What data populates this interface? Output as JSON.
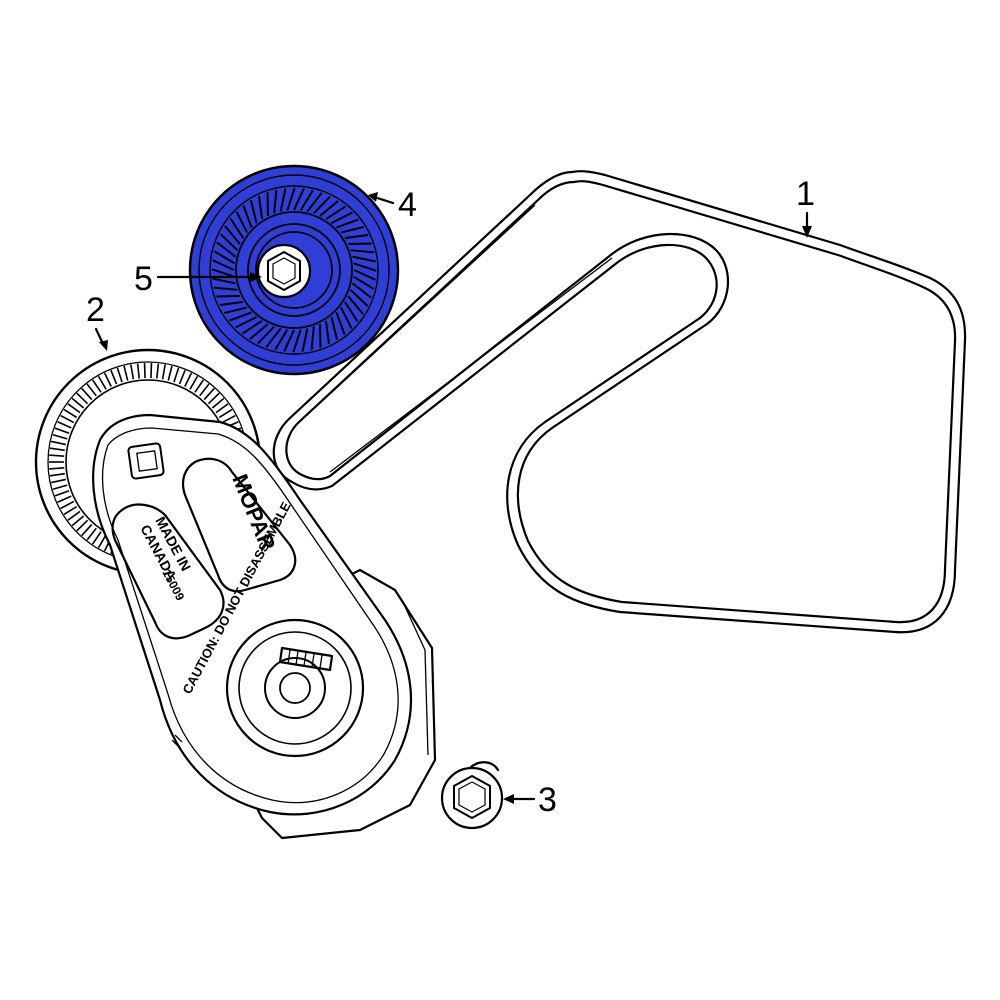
{
  "callouts": {
    "c1": "1",
    "c2": "2",
    "c3": "3",
    "c4": "4",
    "c5": "5"
  },
  "parts": [
    {
      "number": "1",
      "icon": "serpentine-belt-icon"
    },
    {
      "number": "2",
      "icon": "belt-tensioner-icon"
    },
    {
      "number": "3",
      "icon": "tensioner-bolt-icon"
    },
    {
      "number": "4",
      "icon": "idler-pulley-icon"
    },
    {
      "number": "5",
      "icon": "pulley-bolt-icon"
    }
  ],
  "tensioner_markings": {
    "brand": "MOPAR",
    "origin_line1": "MADE IN",
    "origin_line2": "CANADA",
    "code": "15009",
    "caution": "CAUTION: DO NOT DISASSEMBLE"
  },
  "colors": {
    "highlight": "#2f3fd6",
    "line": "#000000",
    "background": "#ffffff"
  }
}
